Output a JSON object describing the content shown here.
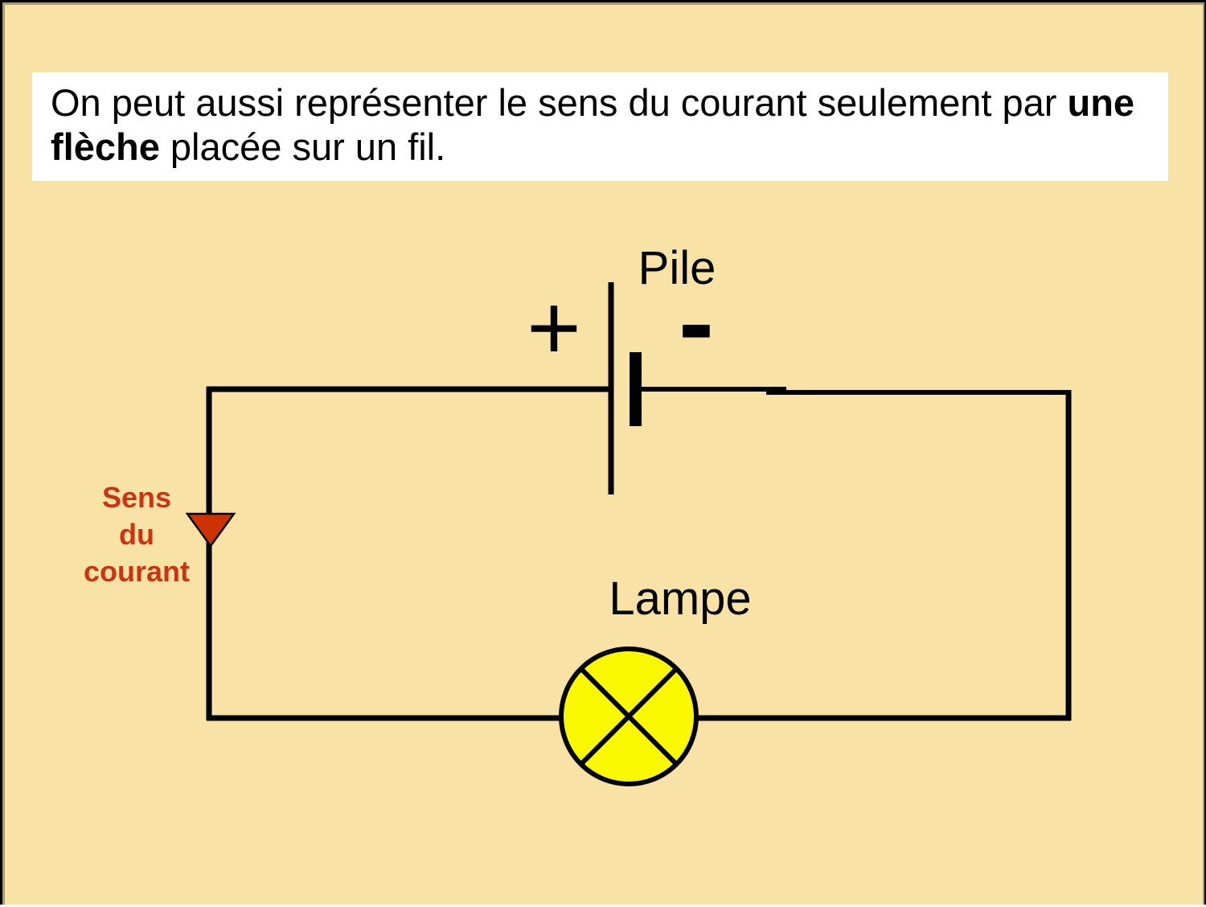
{
  "slide": {
    "background_color": "#f9e2a6",
    "edge_color": "#ac9d67"
  },
  "instruction": {
    "text_start": "On peut aussi représenter le sens du courant seulement par ",
    "text_bold": "une flèche",
    "text_end": " placée sur un fil."
  },
  "circuit": {
    "wire_color": "#000000",
    "battery": {
      "label": "Pile",
      "positive_symbol": "+",
      "negative_symbol": "-"
    },
    "lamp": {
      "label": "Lampe",
      "fill_color": "#f9f800"
    },
    "current_arrow": {
      "label": "Sens\ndu\ncourant",
      "arrow_color": "#cc3300",
      "label_color": "#cc3311"
    }
  }
}
